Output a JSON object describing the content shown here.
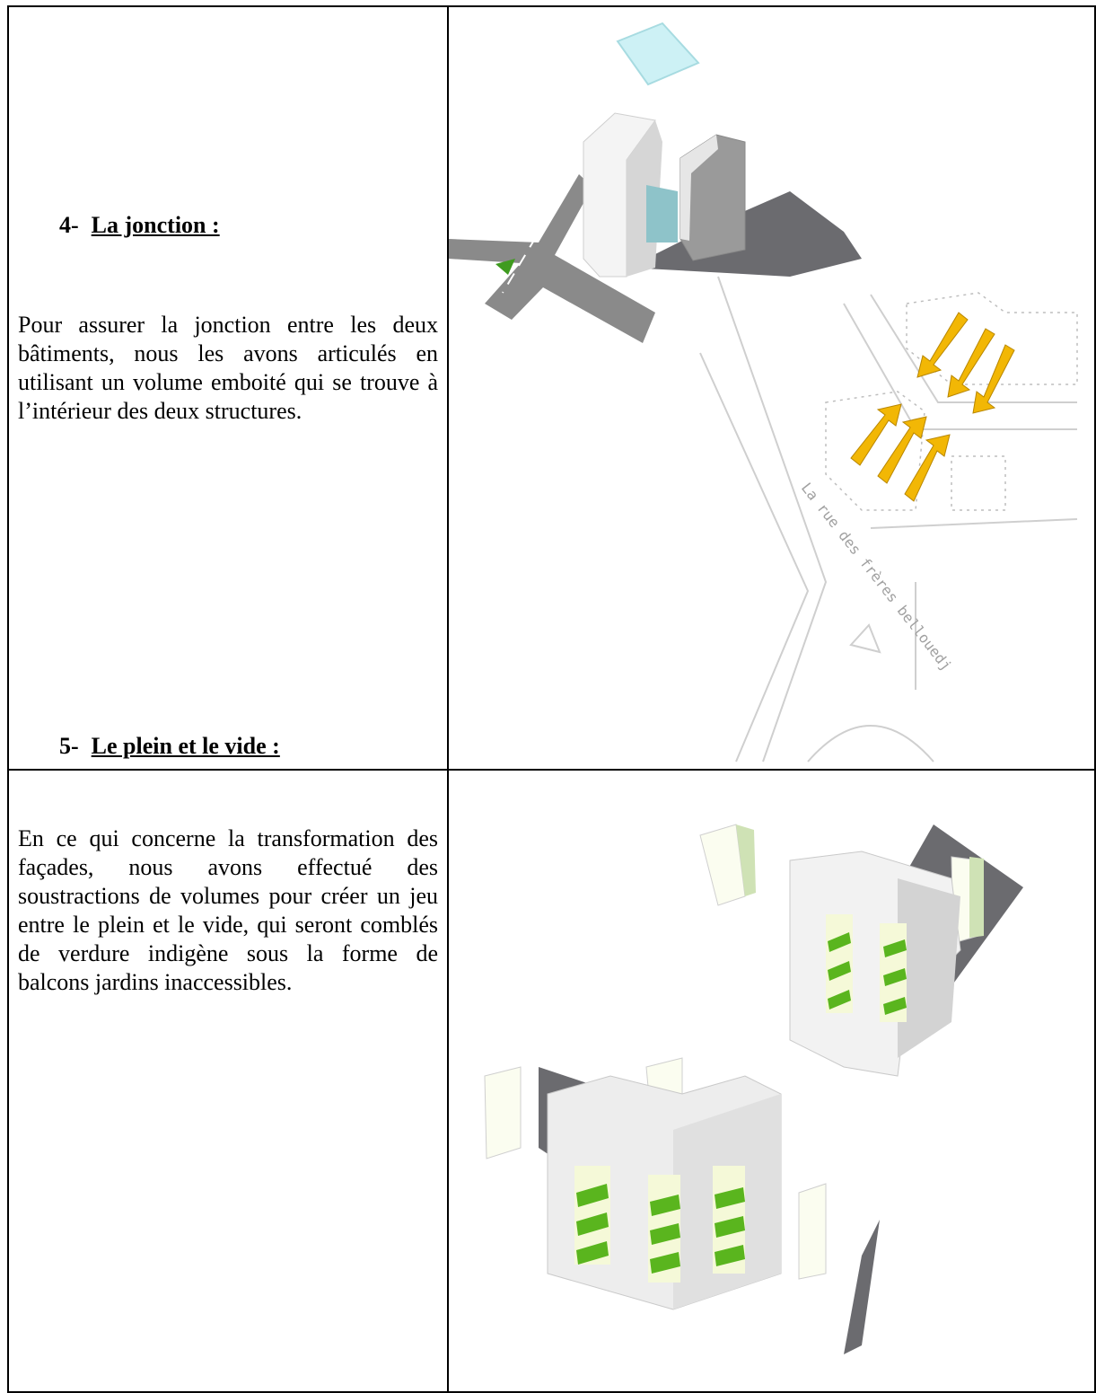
{
  "sections": [
    {
      "number": "4-",
      "title": "La jonction :",
      "text": " Pour assurer la jonction entre les deux bâtiments, nous les avons articulés en utilisant un volume emboité qui se trouve à l’intérieur des deux structures.",
      "figure": {
        "street_label": "La rue des frères bellouedj",
        "arrow_color": "#f2b705",
        "glass_color": "#8ec3c9",
        "roof_color": "#cdf1f5",
        "shadow_color": "#6b6b6f",
        "road_color": "#8a8a8a",
        "green_marker_color": "#3f9b1f"
      }
    },
    {
      "number": "5-",
      "title": "Le plein et le vide :",
      "text": " En ce qui concerne la transformation des façades, nous avons effectué des soustractions de volumes pour créer un jeu entre le plein et le vide, qui seront comblés de verdure indigène sous la forme de balcons jardins inaccessibles.",
      "figure": {
        "balcony_color": "#5ab51e",
        "recess_color": "#f5f9d8",
        "shadow_color": "#6b6b6f",
        "wall_color": "#f2f2f2"
      }
    }
  ]
}
